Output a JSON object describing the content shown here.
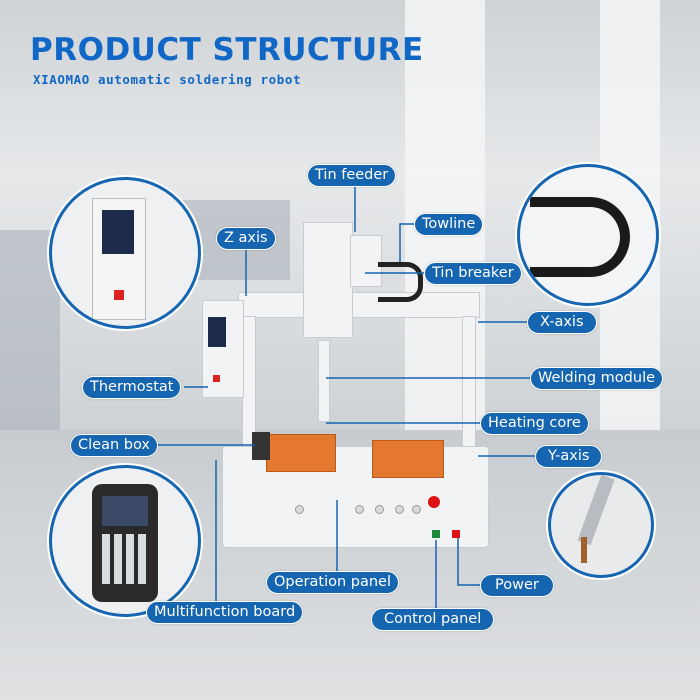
{
  "header": {
    "title": "PRODUCT STRUCTURE",
    "subtitle": "XIAOMAO automatic soldering robot"
  },
  "colors": {
    "accent": "#1565b0",
    "title": "#1167c6",
    "plate": "#e3782e"
  },
  "labels": {
    "tin_feeder": "Tin feeder",
    "towline": "Towline",
    "z_axis": "Z axis",
    "tin_breaker": "Tin breaker",
    "x_axis": "X-axis",
    "thermostat": "Thermostat",
    "welding_module": "Welding module",
    "heating_core": "Heating core",
    "clean_box": "Clean box",
    "y_axis": "Y-axis",
    "operation_panel": "Operation panel",
    "power": "Power",
    "multifunction_board": "Multifunction board",
    "control_panel": "Control panel"
  }
}
